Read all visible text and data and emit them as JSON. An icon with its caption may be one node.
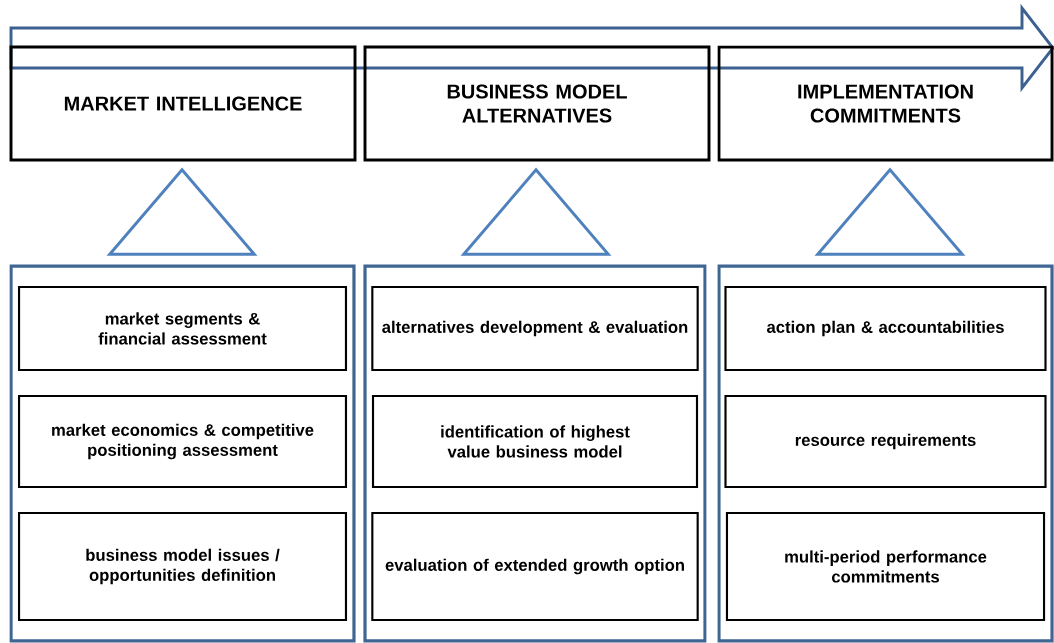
{
  "diagram": {
    "nodes": [
      {
        "text": [
          "MARKET INTELLIGENCE"
        ]
      },
      {
        "text": [
          "BUSINESS MODEL ALTERNATIVES"
        ]
      },
      {
        "text": [
          "IMPLEMENTATION COMMITMENTS"
        ]
      },
      {
        "text": [],
        "shape": "triangle"
      },
      {
        "text": [],
        "shape": "triangle"
      },
      {
        "text": [],
        "shape": "triangle"
      },
      {
        "text": [],
        "shape": "box"
      },
      {
        "text": [
          "market segments & financial assessment"
        ],
        "in": 6
      },
      {
        "text": [
          "market economics & competitive positioning assessment"
        ],
        "in": 6
      },
      {
        "text": [
          "business model issues / opportunities definition"
        ],
        "in": 6
      },
      {
        "text": [],
        "shape": "box"
      },
      {
        "text": [
          "alternatives development & evaluation"
        ],
        "in": 10
      },
      {
        "text": [
          "identification of highest value business model"
        ],
        "in": 10
      },
      {
        "text": [
          "evaluation of extended growth option"
        ],
        "in": 10
      },
      {
        "text": [],
        "shape": "box"
      },
      {
        "text": [
          "action plan & accountabilities"
        ],
        "in": 14
      },
      {
        "text": [
          "resource requirements"
        ],
        "in": 14
      },
      {
        "text": [
          "multi-period performance commitments"
        ],
        "in": 14
      }
    ]
  }
}
